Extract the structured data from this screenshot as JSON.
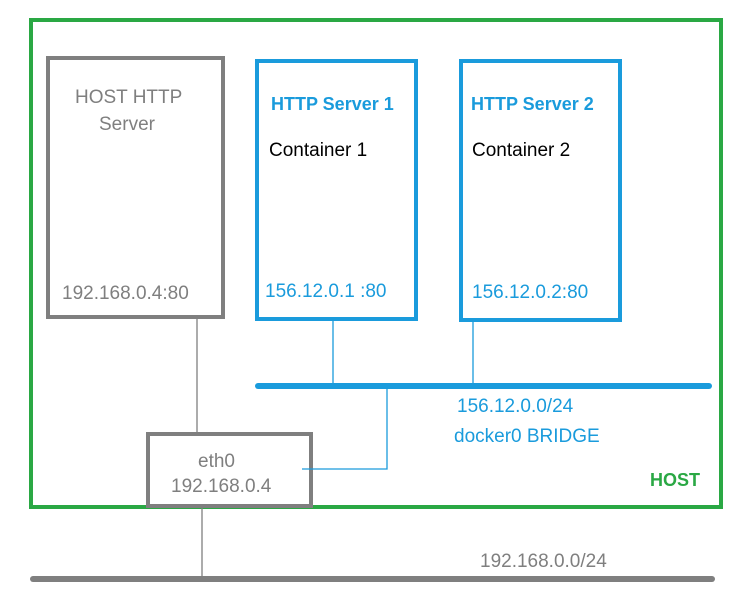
{
  "host": {
    "label": "HOST"
  },
  "host_server": {
    "title_line1": "HOST HTTP",
    "title_line2": "Server",
    "address": "192.168.0.4:80"
  },
  "container1": {
    "title": "HTTP Server 1",
    "name": "Container 1",
    "address": "156.12.0.1 :80"
  },
  "container2": {
    "title": "HTTP Server 2",
    "name": "Container 2",
    "address": "156.12.0.2:80"
  },
  "bridge": {
    "subnet": "156.12.0.0/24",
    "name": "docker0 BRIDGE"
  },
  "eth0": {
    "name": "eth0",
    "address": "192.168.0.4"
  },
  "lan": {
    "subnet": "192.168.0.0/24"
  },
  "colors": {
    "host_border": "#2aa844",
    "container": "#1a9bdc",
    "grey": "#7f7f7f"
  }
}
